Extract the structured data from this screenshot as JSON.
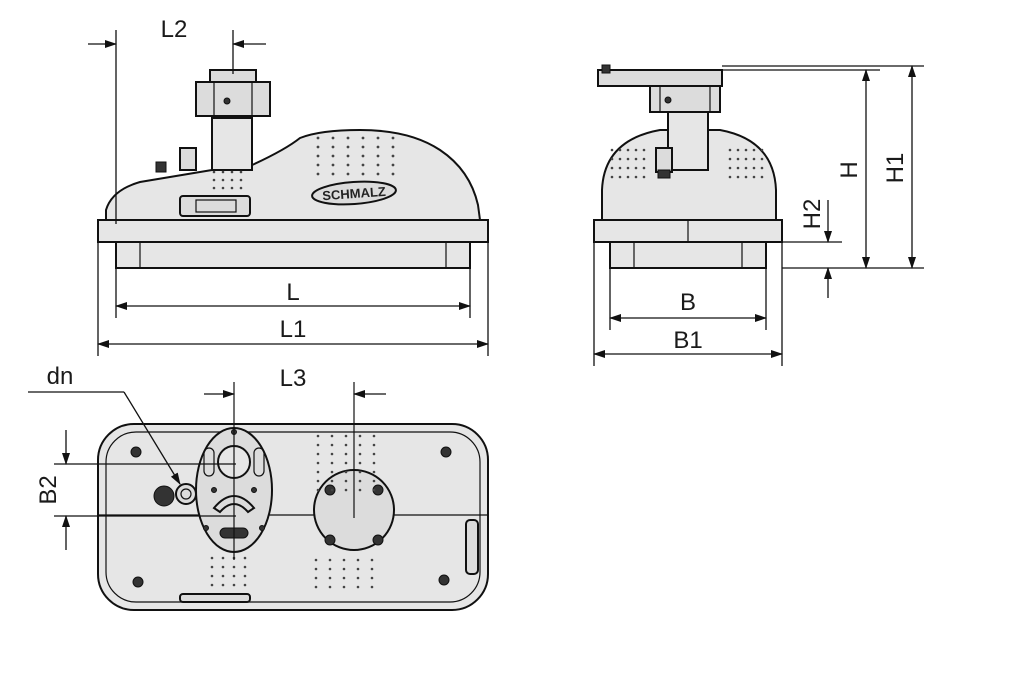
{
  "dimensions": {
    "l": "L",
    "l1": "L1",
    "l2": "L2",
    "l3": "L3",
    "b": "B",
    "b1": "B1",
    "b2": "B2",
    "h": "H",
    "h1": "H1",
    "h2": "H2",
    "dn": "dn"
  },
  "logo_text": "SCHMALZ",
  "colors": {
    "part_fill": "#e6e6e6",
    "line": "#111111"
  }
}
